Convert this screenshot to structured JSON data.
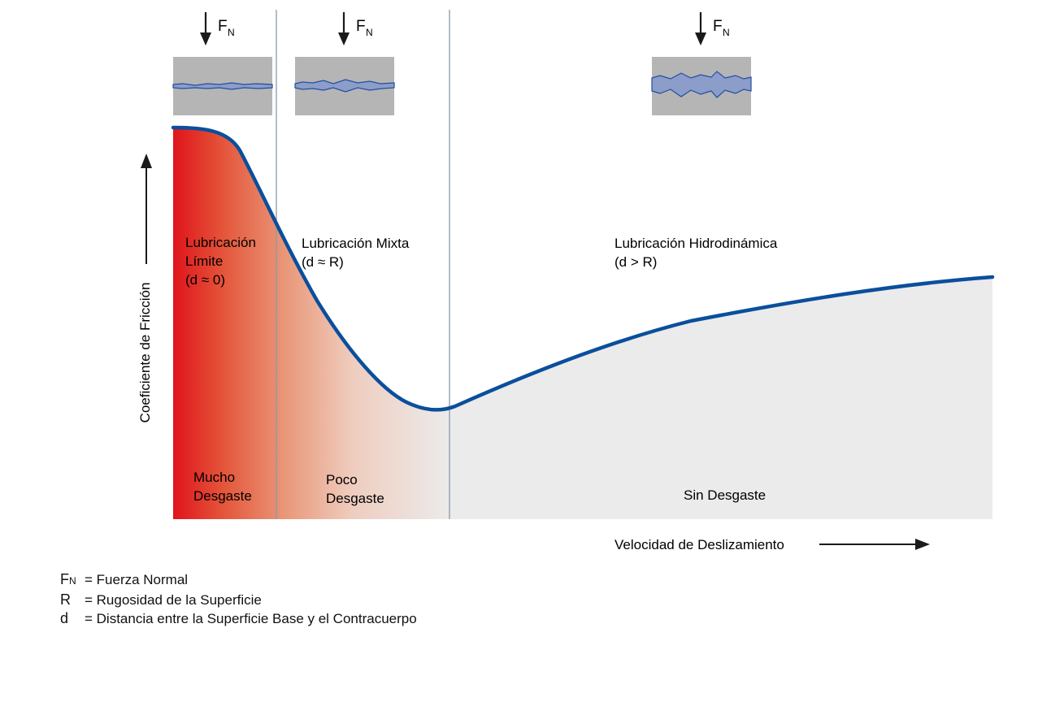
{
  "force_label": {
    "main": "F",
    "sub": "N"
  },
  "regimes": [
    {
      "name_lines": [
        "Lubricación",
        "Límite"
      ],
      "condition": "(d ≈ 0)",
      "wear_lines": [
        "Mucho",
        "Desgaste"
      ]
    },
    {
      "name_lines": [
        "Lubricación Mixta"
      ],
      "condition": "(d ≈ R)",
      "wear_lines": [
        "Poco",
        "Desgaste"
      ]
    },
    {
      "name_lines": [
        "Lubricación Hidrodinámica"
      ],
      "condition": "(d > R)",
      "wear_lines": [
        "Sin Desgaste"
      ]
    }
  ],
  "axes": {
    "y_label": "Coeficiente de Fricción",
    "x_label": "Velocidad de Deslizamiento"
  },
  "legend": [
    {
      "symbol": "F",
      "symbol_sub": "N",
      "text": "= Fuerza Normal"
    },
    {
      "symbol": "R",
      "symbol_sub": "",
      "text": "= Rugosidad de la Superficie"
    },
    {
      "symbol": "d",
      "symbol_sub": "",
      "text": "= Distancia entre la Superficie Base y el Contracuerpo"
    }
  ],
  "colors": {
    "curve": "#0a4f9c",
    "wear_high": "#e0141b",
    "fill_gray": "#ebebeb",
    "divider": "#8a9aa8",
    "roughness_box": "#b5b5b5",
    "roughness_fill": "#8c9dc9"
  }
}
